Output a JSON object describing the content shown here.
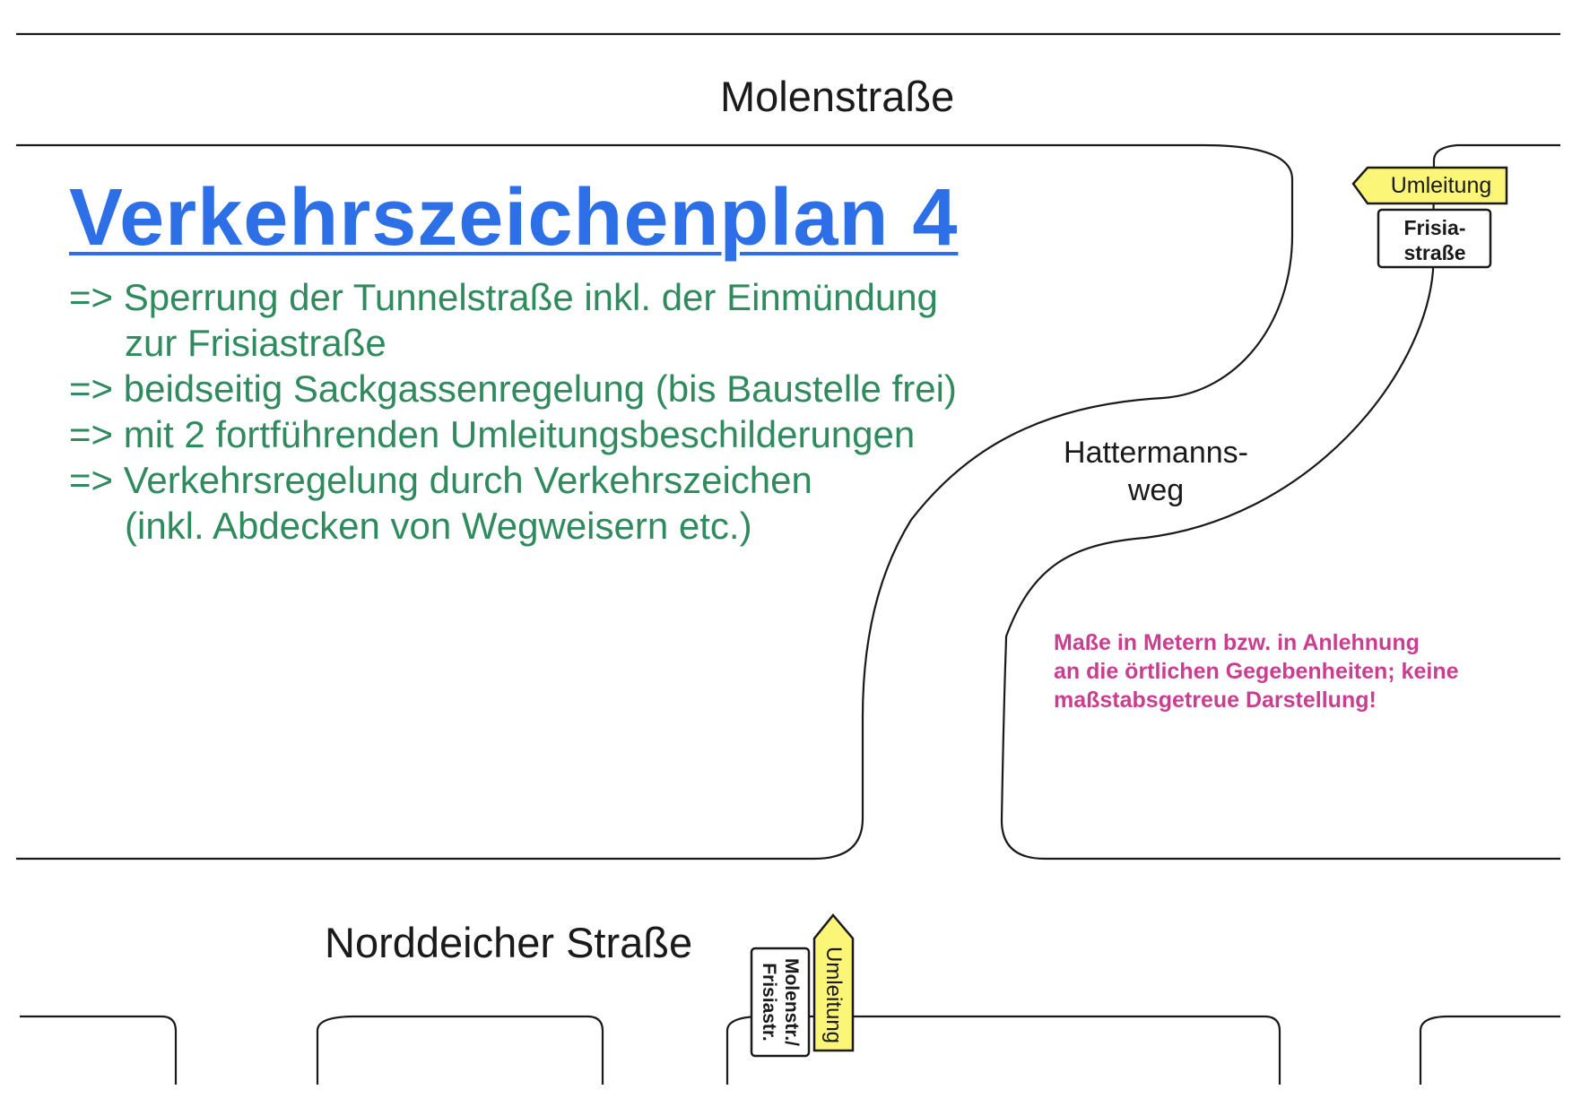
{
  "streets": {
    "top": "Molenstraße",
    "bottom": "Norddeicher Straße",
    "side": [
      "Hattermanns-",
      "weg"
    ]
  },
  "plan": {
    "title": "Verkehrszeichenplan 4",
    "bullets": [
      "=> Sperrung der Tunnelstraße inkl. der Einmündung",
      "zur Frisiastraße",
      "=> beidseitig Sackgassenregelung (bis Baustelle frei)",
      "=> mit 2 fortführenden Umleitungsbeschilderungen",
      "=> Verkehrsregelung durch Verkehrszeichen",
      "(inkl. Abdecken von Wegweisern etc.)"
    ]
  },
  "note": [
    "Maße in Metern bzw. in Anlehnung",
    "an die örtlichen Gegebenheiten; keine",
    "maßstabsgetreue Darstellung!"
  ],
  "signs": {
    "upper": {
      "arrow": "Umleitung",
      "plate": [
        "Frisia-",
        "straße"
      ]
    },
    "lower": {
      "arrow": "Umleitung",
      "plate": [
        "Molenstr./",
        "Frisiastr."
      ]
    }
  },
  "colors": {
    "title": "#2d6fe6",
    "bullets": "#2f8a5e",
    "note": "#c83f8f",
    "sign_yellow": "#fbf578",
    "line": "#1a1a1a"
  }
}
